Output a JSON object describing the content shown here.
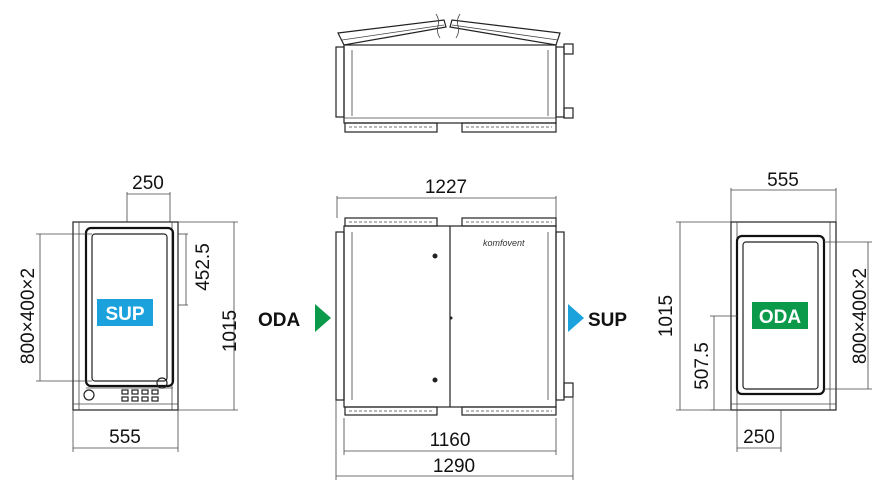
{
  "colors": {
    "sup": "#1ba1dc",
    "oda": "#0a9a4a",
    "line": "#222222"
  },
  "top_view": {},
  "left_view": {
    "dim_top": "250",
    "dim_bottom": "555",
    "dim_left": "800×400×2",
    "dim_inner": "452.5",
    "dim_right": "1015",
    "tag": "SUP"
  },
  "front_view": {
    "dim_top": "1227",
    "dim_bottom_inner": "1160",
    "dim_bottom_outer": "1290",
    "flow_in": "ODA",
    "flow_out": "SUP",
    "brand": "komfovent"
  },
  "right_view": {
    "dim_top": "555",
    "dim_left": "1015",
    "dim_inner": "507.5",
    "dim_right": "800×400×2",
    "dim_bottom": "250",
    "tag": "ODA"
  }
}
